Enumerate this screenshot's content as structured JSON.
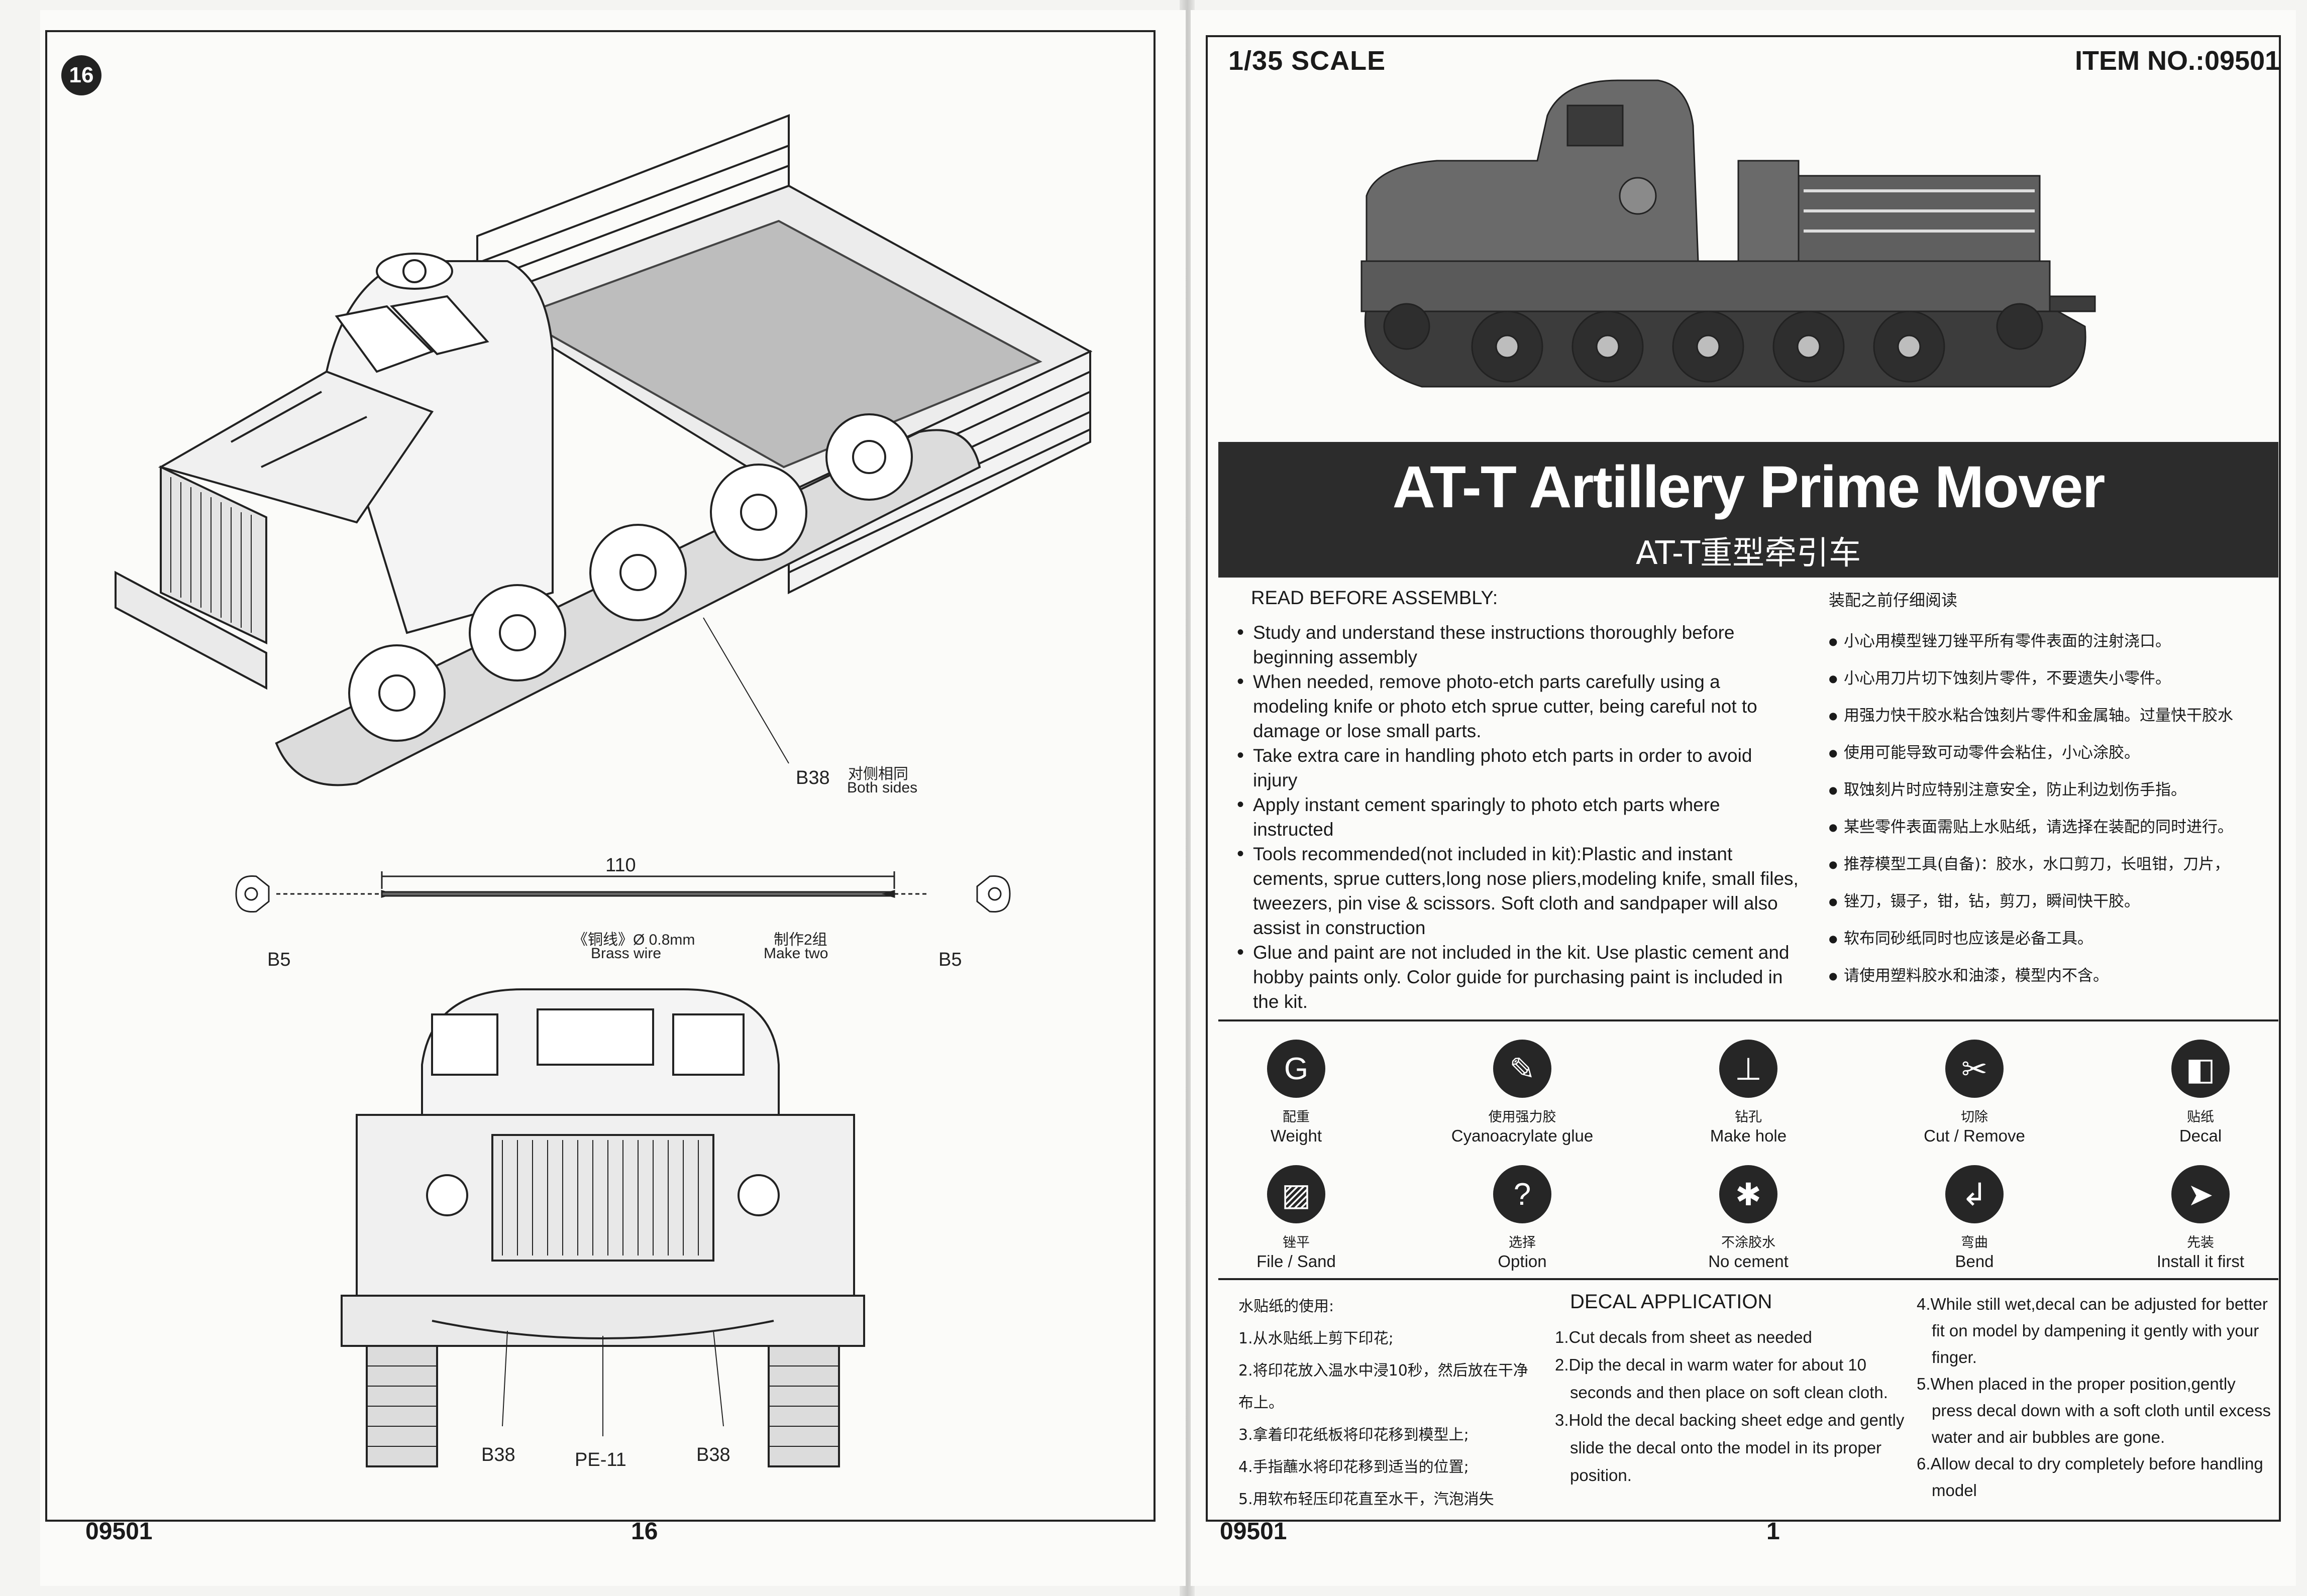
{
  "left_page": {
    "step_number": "16",
    "labels": {
      "b38_top": "B38",
      "both_sides_cn": "对侧相同",
      "both_sides_en": "Both sides",
      "dimension": "110",
      "b5_left": "B5",
      "b5_right": "B5",
      "wire_cn": "《铜线》Ø 0.8mm",
      "wire_en": "Brass wire",
      "make_two_cn": "制作2组",
      "make_two_en": "Make two",
      "b38_front_left": "B38",
      "pe11": "PE-11",
      "b38_front_right": "B38"
    },
    "footer_code": "09501",
    "footer_page": "16"
  },
  "right_page": {
    "scale": "1/35 SCALE",
    "item_no": "ITEM NO.:09501",
    "title": "AT-T Artillery Prime Mover",
    "title_cn": "AT-T重型牵引车",
    "read_before": "READ BEFORE ASSEMBLY:",
    "bullets_en": [
      "Study and understand these instructions thoroughly before beginning assembly",
      "When needed, remove photo-etch parts carefully using a modeling knife or photo etch sprue cutter, being careful not to damage or lose small parts.",
      "Take extra care in handling photo etch parts in order to avoid injury",
      "Apply instant cement sparingly to photo etch parts where instructed",
      "Tools recommended(not included in kit):Plastic and instant cements, sprue cutters,long nose pliers,modeling knife, small files, tweezers, pin vise & scissors. Soft cloth and sandpaper will also assist in construction",
      "Glue and paint are not included in the kit. Use plastic cement and hobby paints only. Color guide for purchasing paint is included in the kit."
    ],
    "read_before_cn": "装配之前仔细阅读",
    "bullets_cn": [
      "小心用模型锉刀锉平所有零件表面的注射浇口。",
      "小心用刀片切下蚀刻片零件，不要遗失小零件。",
      "用强力快干胶水粘合蚀刻片零件和金属轴。过量快干胶水",
      "使用可能导致可动零件会粘住，小心涂胶。",
      "取蚀刻片时应特别注意安全，防止利边划伤手指。",
      "某些零件表面需贴上水贴纸，请选择在装配的同时进行。",
      "推荐模型工具(自备)：胶水，水口剪刀，长咀钳，刀片，",
      "锉刀，镊子，钳，钻，剪刀，瞬间快干胶。",
      "软布同砂纸同时也应该是必备工具。",
      "请使用塑料胶水和油漆，模型内不含。"
    ],
    "icons": [
      {
        "cn": "配重",
        "en": "Weight",
        "glyph": "G",
        "icon": "weight-icon"
      },
      {
        "cn": "使用强力胶",
        "en": "Cyanoacrylate glue",
        "glyph": "✎",
        "icon": "glue-icon"
      },
      {
        "cn": "钻孔",
        "en": "Make hole",
        "glyph": "⊥",
        "icon": "drill-icon"
      },
      {
        "cn": "切除",
        "en": "Cut / Remove",
        "glyph": "✂",
        "icon": "cut-icon"
      },
      {
        "cn": "贴纸",
        "en": "Decal",
        "glyph": "◧",
        "icon": "decal-icon"
      },
      {
        "cn": "锉平",
        "en": "File / Sand",
        "glyph": "▨",
        "icon": "file-icon"
      },
      {
        "cn": "选择",
        "en": "Option",
        "glyph": "?",
        "icon": "option-icon"
      },
      {
        "cn": "不涂胶水",
        "en": "No cement",
        "glyph": "✱",
        "icon": "no-cement-icon"
      },
      {
        "cn": "弯曲",
        "en": "Bend",
        "glyph": "↲",
        "icon": "bend-icon"
      },
      {
        "cn": "先装",
        "en": "Install it first",
        "glyph": "➤",
        "icon": "install-first-icon"
      }
    ],
    "decal_cn_head": "水贴纸的使用:",
    "decal_cn_steps": [
      "1.从水贴纸上剪下印花;",
      "2.将印花放入温水中浸10秒，然后放在干净布上。",
      "3.拿着印花纸板将印花移到模型上;",
      "4.手指蘸水将印花移到适当的位置;",
      "5.用软布轻压印花直至水干，汽泡消失"
    ],
    "decal_en_head": "DECAL APPLICATION",
    "decal_en_steps_a": [
      "1.Cut decals from sheet as needed",
      "2.Dip the decal in warm water for about 10 seconds and then place on soft clean cloth.",
      "3.Hold the decal backing sheet edge and gently slide the decal onto the model in its proper position."
    ],
    "decal_en_steps_b": [
      "4.While still wet,decal can be adjusted for better fit on model by dampening it gently with your finger.",
      "5.When placed in the proper position,gently press decal down with a soft cloth until excess water and air bubbles are gone.",
      "6.Allow decal to dry completely before handling model"
    ],
    "footer_code": "09501",
    "footer_page": "1"
  }
}
